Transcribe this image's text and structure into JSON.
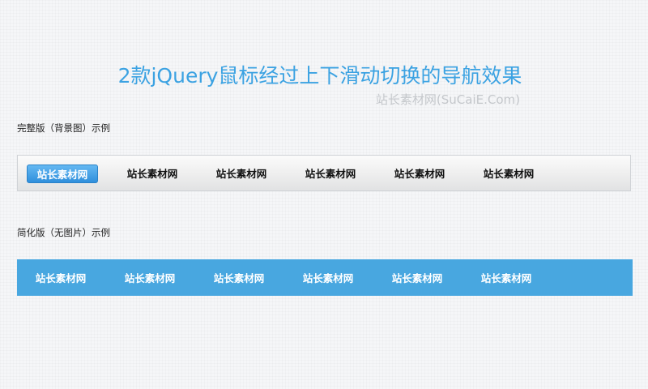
{
  "page": {
    "title": "2款jQuery鼠标经过上下滑动切换的导航效果",
    "subtitle": "站长素材网(SuCaiE.Com)"
  },
  "sections": {
    "full": {
      "label": "完整版（背景图）示例",
      "items": [
        "站长素材网",
        "站长素材网",
        "站长素材网",
        "站长素材网",
        "站长素材网",
        "站长素材网"
      ],
      "active_index": 0
    },
    "simple": {
      "label": "简化版（无图片）示例",
      "items": [
        "站长素材网",
        "站长素材网",
        "站长素材网",
        "站长素材网",
        "站长素材网",
        "站长素材网"
      ]
    }
  },
  "colors": {
    "accent": "#3ba2e2",
    "nav_simple_bg": "#48a7e0",
    "active_button": "#3a98e0"
  }
}
